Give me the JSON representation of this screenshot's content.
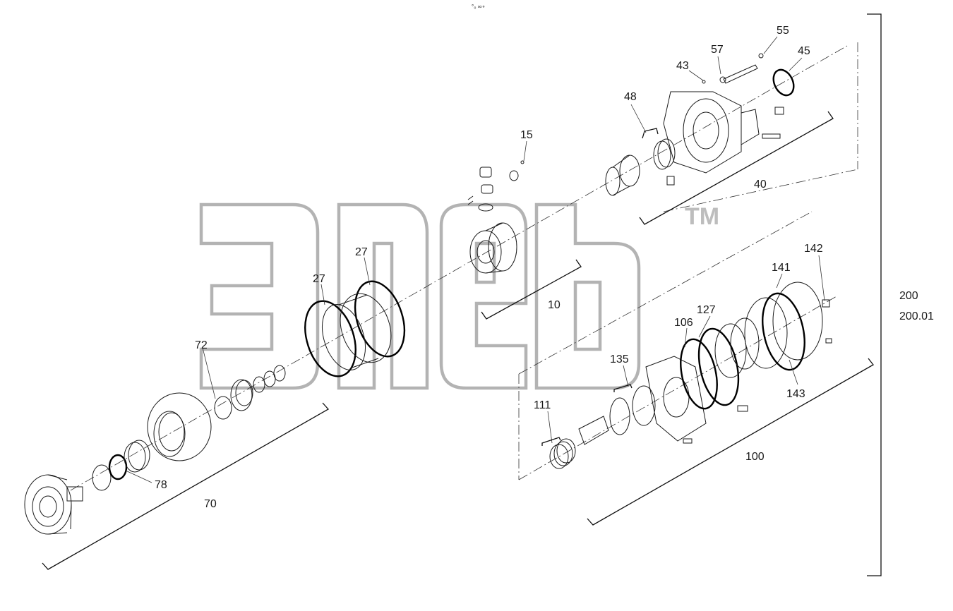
{
  "top_mark": "°₀ ∞∘",
  "watermark": {
    "text": "эпеb",
    "trademark": "TM",
    "color": "#b3b3b3"
  },
  "callouts": {
    "c55": "55",
    "c45": "45",
    "c57": "57",
    "c43": "43",
    "c48": "48",
    "c15": "15",
    "c40": "40",
    "c27a": "27",
    "c27b": "27",
    "c10": "10",
    "c142": "142",
    "c141": "141",
    "c127": "127",
    "c106": "106",
    "c72": "72",
    "c135": "135",
    "c143": "143",
    "c111": "111",
    "c100": "100",
    "c78": "78",
    "c70": "70",
    "c200": "200",
    "c200_01": "200.01"
  }
}
